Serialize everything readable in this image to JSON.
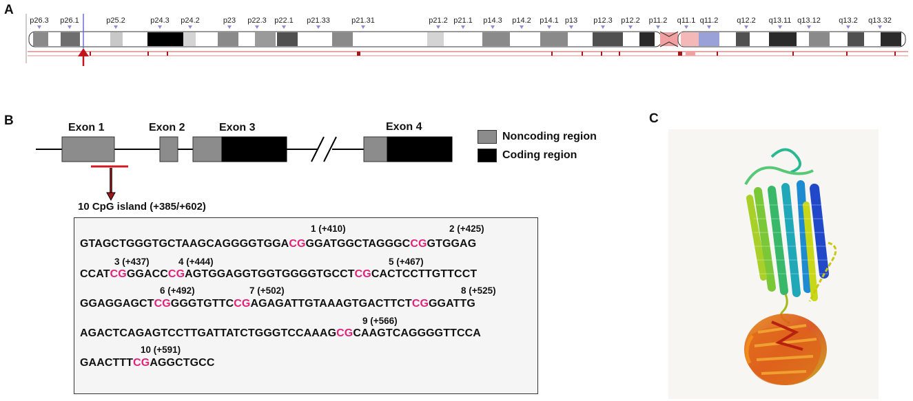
{
  "panels": {
    "a": "A",
    "b": "B",
    "c": "C"
  },
  "chromosome": {
    "bands": [
      "p26.3",
      "p26.1",
      "p25.2",
      "p24.3",
      "p24.2",
      "p23",
      "p22.3",
      "p22.1",
      "p21.33",
      "p21.31",
      "p21.2",
      "p21.1",
      "p14.3",
      "p14.2",
      "p14.1",
      "p13",
      "p12.3",
      "p12.2",
      "p11.2",
      "q11.1",
      "q11.2",
      "q12.2",
      "q13.11",
      "q13.12",
      "q13.2",
      "q13.32"
    ],
    "marker_color": "#c0141c"
  },
  "gene": {
    "exons": [
      "Exon 1",
      "Exon 2",
      "Exon 3",
      "Exon 4"
    ],
    "legend": {
      "noncoding": "Noncoding region",
      "coding": "Coding region"
    },
    "noncoding_color": "#8c8c8c",
    "coding_color": "#000000"
  },
  "cpg": {
    "title": "10 CpG island (+385/+602)",
    "highlight_color": "#e0237a",
    "lines": [
      {
        "pre": "GTAGCTGGGTGCTAAGCAGGGGTGGA",
        "cg1": "CG",
        "mid": "GGATGGCTAGGGC",
        "cg2": "CG",
        "post": "GTGGAG"
      },
      {
        "pre": "CCAT",
        "cg1": "CG",
        "mid": "GGACC",
        "cg2": "CG",
        "mid2": "AGTGGAGGTGGTGGGGTGCCT",
        "cg3": "CG",
        "post": "CACTCCTTGTTCCT"
      },
      {
        "pre": "GGAGGAGCT",
        "cg1": "CG",
        "mid": "GGGTGTTC",
        "cg2": "CG",
        "mid2": "AGAGATTGTAAAGTGACTTCT",
        "cg3": "CG",
        "post": "GGATTG"
      },
      {
        "pre": "AGACTCAGAGTCCTTGATTATCTGGGTCCAAAG",
        "cg1": "CG",
        "post": "CAAGTCAGGGGTTCCA"
      },
      {
        "pre": "GAACTTT",
        "cg1": "CG",
        "post": "AGGCTGCC"
      }
    ],
    "sites": [
      "1 (+410)",
      "2 (+425)",
      "3 (+437)",
      "4 (+444)",
      "5 (+467)",
      "6 (+492)",
      "7 (+502)",
      "8 (+525)",
      "9 (+566)",
      "10 (+591)"
    ]
  }
}
